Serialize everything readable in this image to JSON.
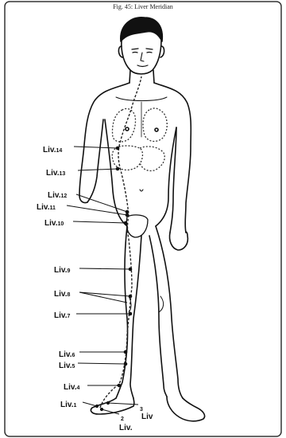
{
  "figure": {
    "title": "Fig. 45: Liver Meridian"
  },
  "points": [
    {
      "key": "liv14",
      "label": "Liv.",
      "number": "14"
    },
    {
      "key": "liv13",
      "label": "Liv.",
      "number": "13"
    },
    {
      "key": "liv12",
      "label": "Liv.",
      "number": "12"
    },
    {
      "key": "liv11",
      "label": "Liv.",
      "number": "11"
    },
    {
      "key": "liv10",
      "label": "Liv.",
      "number": "10"
    },
    {
      "key": "liv9",
      "label": "Liv.",
      "number": "9"
    },
    {
      "key": "liv8",
      "label": "Liv.",
      "number": "8"
    },
    {
      "key": "liv7",
      "label": "Liv.",
      "number": "7"
    },
    {
      "key": "liv6",
      "label": "Liv.",
      "number": "6"
    },
    {
      "key": "liv5",
      "label": "Liv.",
      "number": "5"
    },
    {
      "key": "liv4",
      "label": "Liv.",
      "number": "4"
    },
    {
      "key": "liv1",
      "label": "Liv.",
      "number": "1"
    },
    {
      "key": "liv2",
      "label": "Liv.",
      "number": "2"
    },
    {
      "key": "liv3",
      "label": "Liv",
      "number": "3"
    }
  ]
}
